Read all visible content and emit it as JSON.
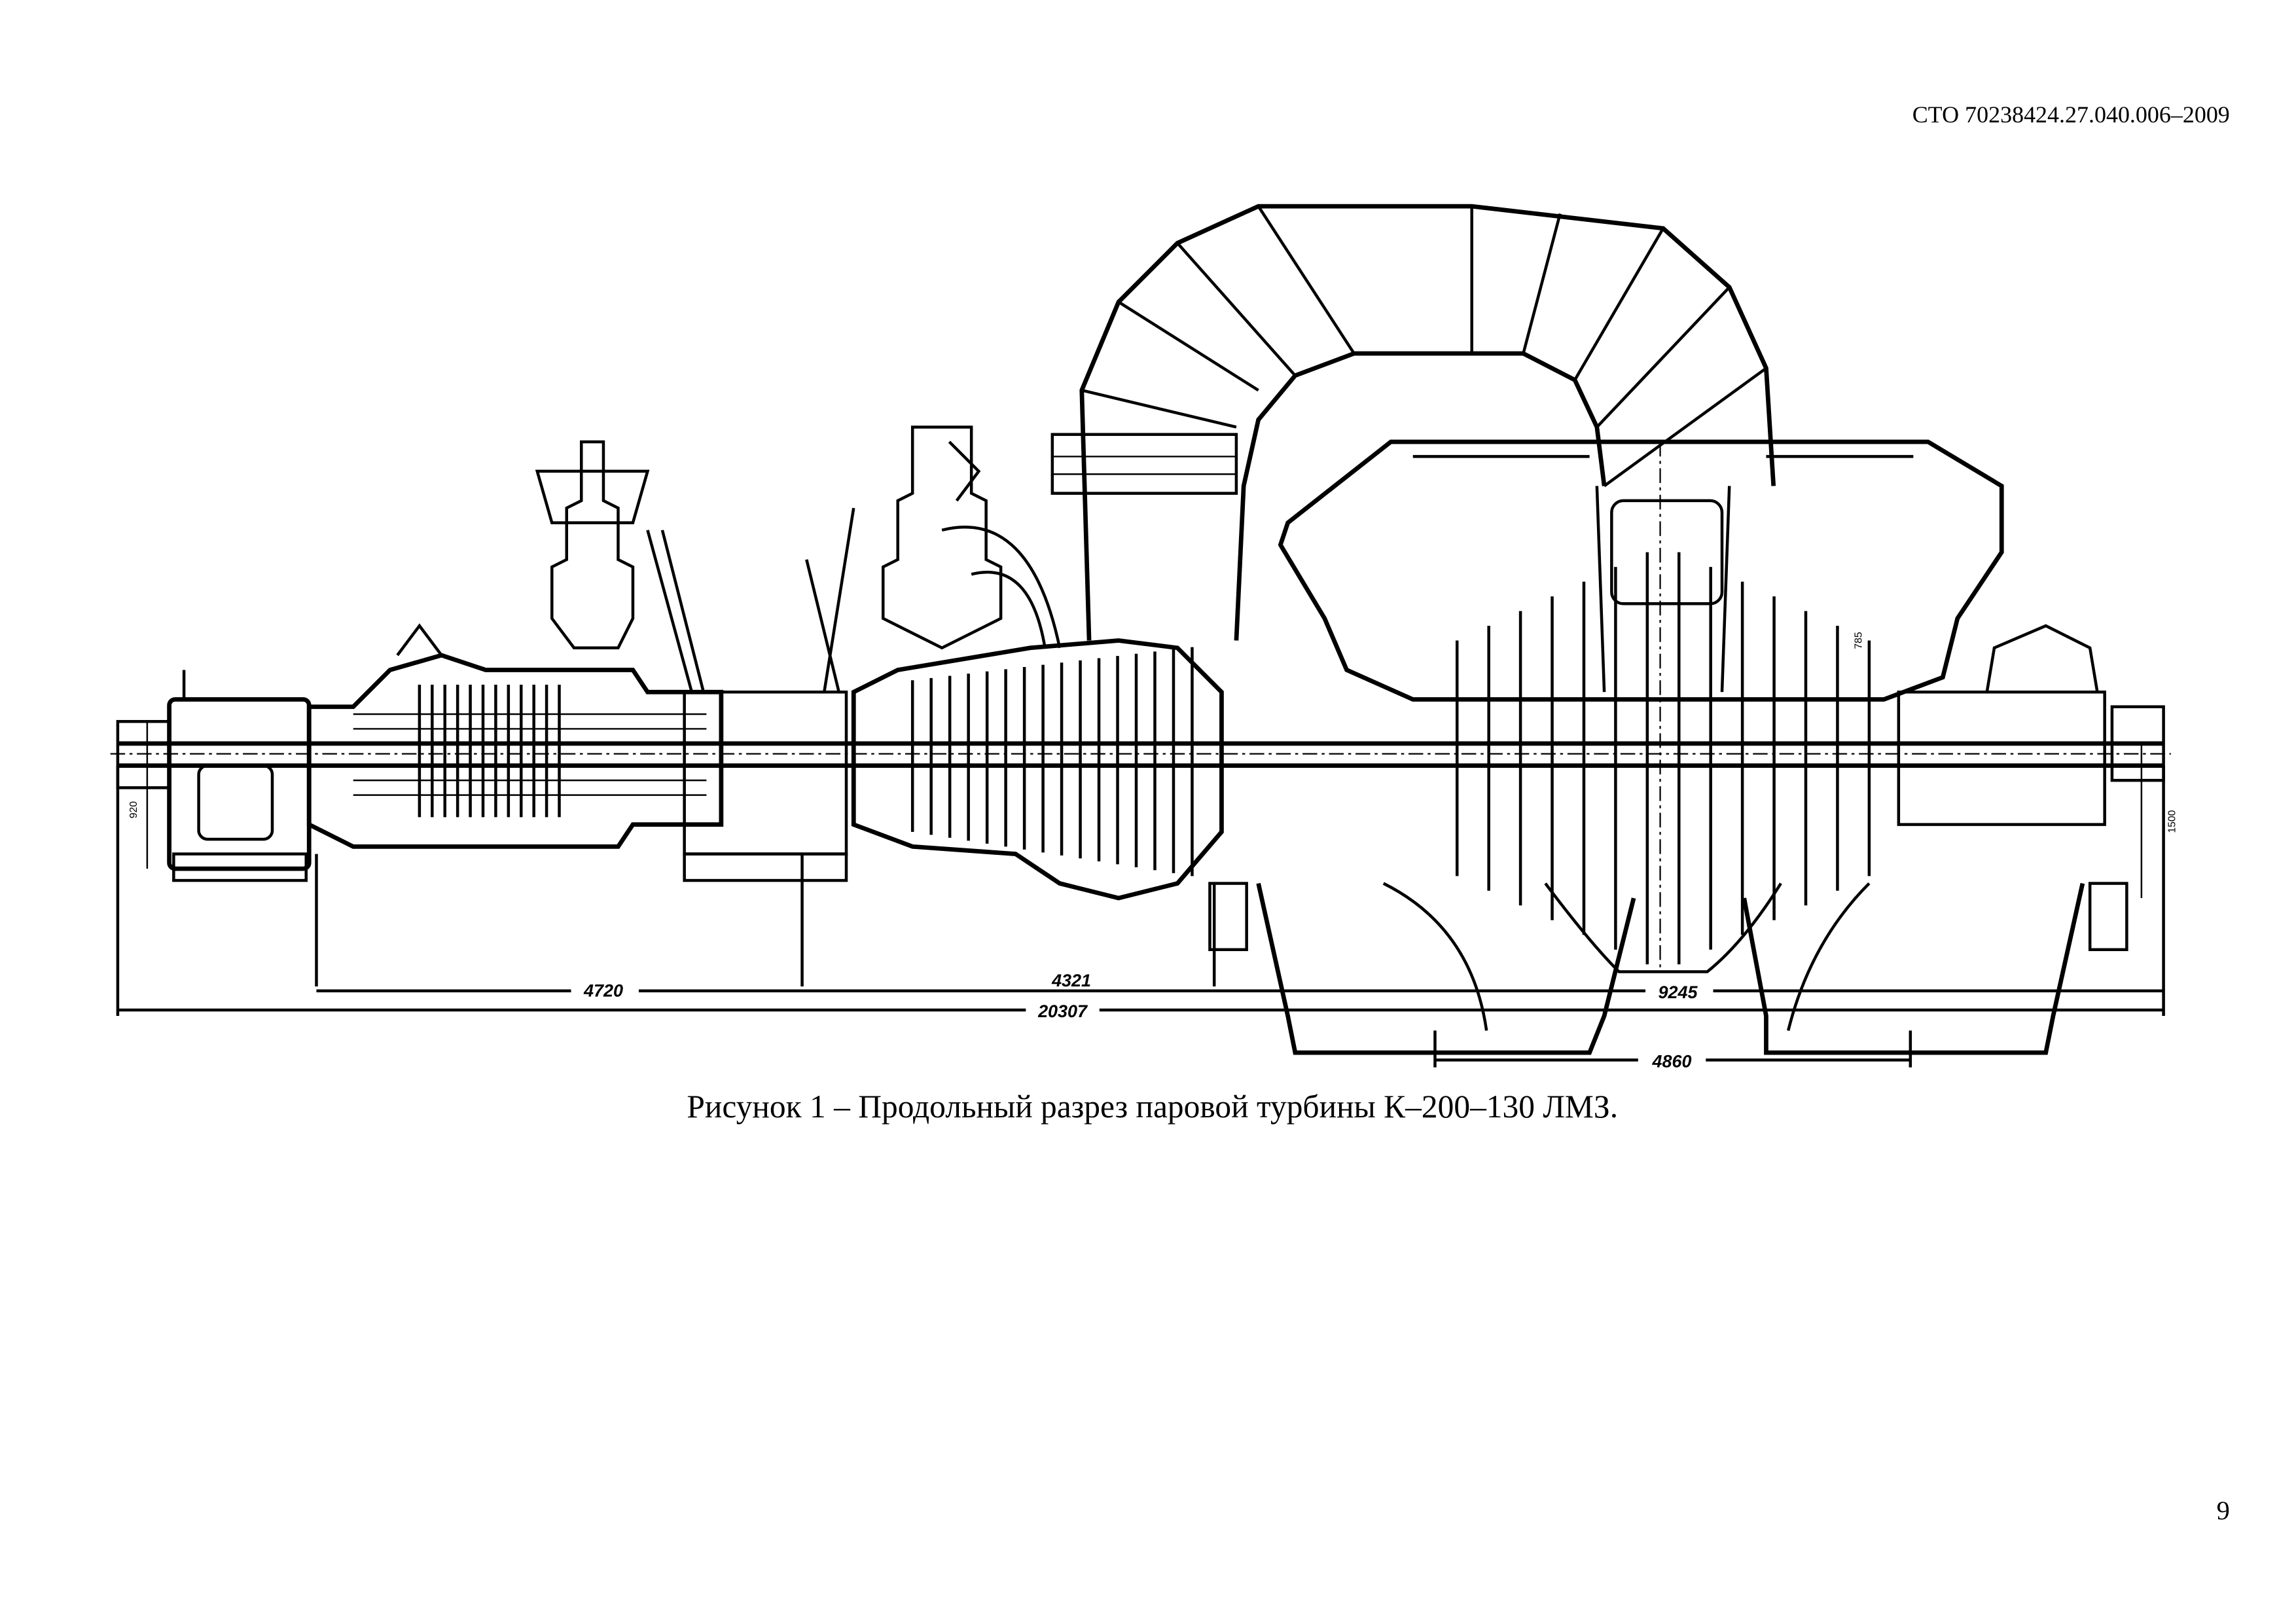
{
  "header": {
    "doc_code": "СТО 70238424.27.040.006–2009"
  },
  "figure": {
    "caption": "Рисунок 1 – Продольный разрез паровой турбины К–200–130 ЛМЗ.",
    "dimensions": {
      "d4720": "4720",
      "d4321": "4321",
      "d20307": "20307",
      "d9245": "9245",
      "d4860": "4860",
      "d920": "920",
      "d1500": "1500",
      "d785": "785"
    }
  },
  "footer": {
    "page_number": "9"
  }
}
